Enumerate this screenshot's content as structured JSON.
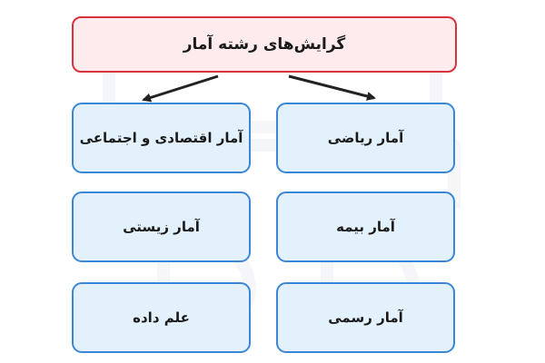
{
  "diagram": {
    "title": "گرایش‌های رشته آمار",
    "nodes": [
      {
        "id": "math",
        "label": "آمار ریاضی",
        "parent": "title"
      },
      {
        "id": "econ",
        "label": "آمار اقتصادی و اجتماعی",
        "parent": "title"
      },
      {
        "id": "insurance",
        "label": "آمار بیمه"
      },
      {
        "id": "bio",
        "label": "آمار زیستی"
      },
      {
        "id": "official",
        "label": "آمار رسمی"
      },
      {
        "id": "datasci",
        "label": "علم داده"
      }
    ]
  },
  "colors": {
    "title_border": "#d8323d",
    "title_fill": "#fdebee",
    "node_border": "#3b86d6",
    "node_fill": "#e3f1fc",
    "arrow": "#222222"
  }
}
